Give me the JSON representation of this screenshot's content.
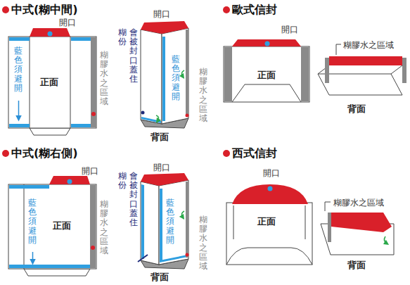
{
  "diagram": {
    "labels": [
      "中式(糊中間)",
      "開口",
      "藍色須避開",
      "正面",
      "糊膠水之區域",
      "糊份，",
      "會被封口蓋住",
      "開口",
      "藍色須避開",
      "糊膠水之區域",
      "背面",
      "歐式信封",
      "開口",
      "正面",
      "糊膠水之區域",
      "背面",
      "中式(糊右側)",
      "開口",
      "藍色須避開",
      "正面",
      "糊膠水之區域",
      "糊份，",
      "會被封口蓋住",
      "開口",
      "藍色須避開",
      "糊膠水之區域",
      "背面",
      "西式信封",
      "開口",
      "正面",
      "糊膠水之區域",
      "背面"
    ]
  }
}
